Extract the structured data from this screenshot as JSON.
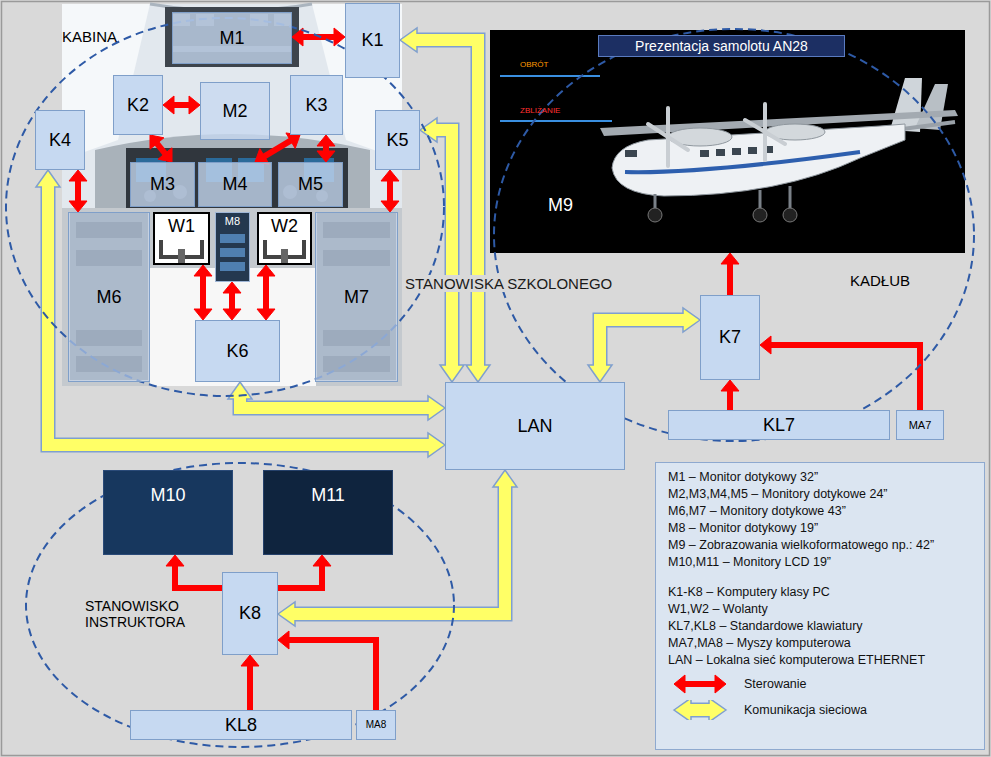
{
  "diagram": {
    "nodes": [
      {
        "text": [
          "KABINA"
        ]
      },
      {
        "text": [
          "M1"
        ],
        "in": 0
      },
      {
        "text": [
          "K1"
        ]
      },
      {
        "text": [
          "K2"
        ],
        "in": 0
      },
      {
        "text": [
          "M2"
        ],
        "in": 0
      },
      {
        "text": [
          "K3"
        ],
        "in": 0
      },
      {
        "text": [
          "K4"
        ],
        "in": 0
      },
      {
        "text": [
          "K5"
        ],
        "in": 0
      },
      {
        "text": [
          "M3"
        ],
        "in": 0
      },
      {
        "text": [
          "M4"
        ],
        "in": 0
      },
      {
        "text": [
          "M5"
        ],
        "in": 0
      },
      {
        "text": [
          "W1"
        ],
        "in": 0
      },
      {
        "text": [
          "M8"
        ],
        "in": 0
      },
      {
        "text": [
          "W2"
        ],
        "in": 0
      },
      {
        "text": [
          "M6"
        ],
        "in": 0
      },
      {
        "text": [
          "M7"
        ],
        "in": 0
      },
      {
        "text": [
          "K6"
        ],
        "in": 0
      },
      {
        "text": [
          "KADŁUB"
        ]
      },
      {
        "text": [
          "M9"
        ],
        "in": 17
      },
      {
        "text": [
          "K7"
        ],
        "in": 17
      },
      {
        "text": [
          "KL7"
        ]
      },
      {
        "text": [
          "MA7"
        ]
      },
      {
        "text": [
          "LAN"
        ]
      },
      {
        "text": [
          "STANOWISKO INSTRUKTORA"
        ]
      },
      {
        "text": [
          "M10"
        ],
        "in": 23
      },
      {
        "text": [
          "M11"
        ],
        "in": 23
      },
      {
        "text": [
          "K8"
        ],
        "in": 23
      },
      {
        "text": [
          "KL8"
        ],
        "in": 23
      },
      {
        "text": [
          "MA8"
        ]
      }
    ],
    "edges": [
      {
        "from": 2,
        "to": 1,
        "arrow": "both"
      },
      {
        "from": 3,
        "to": 4,
        "arrow": "both"
      },
      {
        "from": 3,
        "to": 8,
        "arrow": "both"
      },
      {
        "from": 5,
        "to": 9,
        "arrow": "both"
      },
      {
        "from": 5,
        "to": 10,
        "arrow": "both"
      },
      {
        "from": 6,
        "to": 14,
        "arrow": "both"
      },
      {
        "from": 7,
        "to": 15,
        "arrow": "both"
      },
      {
        "from": 16,
        "to": 11,
        "arrow": "both"
      },
      {
        "from": 16,
        "to": 12,
        "arrow": "both"
      },
      {
        "from": 16,
        "to": 13,
        "arrow": "both"
      },
      {
        "from": 19,
        "to": 18,
        "arrow": "to"
      },
      {
        "from": 20,
        "to": 19,
        "arrow": "to"
      },
      {
        "from": 21,
        "to": 19,
        "arrow": "to"
      },
      {
        "from": 26,
        "to": 24,
        "arrow": "to"
      },
      {
        "from": 26,
        "to": 25,
        "arrow": "to"
      },
      {
        "from": 27,
        "to": 26,
        "arrow": "to"
      },
      {
        "from": 28,
        "to": 26,
        "arrow": "to"
      },
      {
        "from": 2,
        "to": 22,
        "arrow": "both"
      },
      {
        "from": 7,
        "to": 22,
        "arrow": "both"
      },
      {
        "from": 6,
        "to": 22,
        "arrow": "both"
      },
      {
        "from": 16,
        "to": 22,
        "arrow": "both"
      },
      {
        "from": 19,
        "to": 22,
        "arrow": "both"
      },
      {
        "from": 26,
        "to": 22,
        "arrow": "both"
      }
    ],
    "labels": [
      "Prezentacja samolotu AN28",
      "OBRÓT",
      "ZBLIŻANIE",
      "STANOWISKA SZKOLONEGO"
    ],
    "legend": [
      {
        "text": "M1 – Monitor dotykowy 32”"
      },
      {
        "text": "M2,M3,M4,M5 – Monitory dotykowe 24”"
      },
      {
        "text": "M6,M7 – Monitory dotykowe 43”"
      },
      {
        "text": "M8 – Monitor dotykowy 19”"
      },
      {
        "text": "M9 – Zobrazowania wielkoformatowego np.: 42”"
      },
      {
        "text": "M10,M11 – Monitory LCD 19”"
      },
      {
        "text": "K1-K8 – Komputery klasy PC"
      },
      {
        "text": "W1,W2 – Wolanty"
      },
      {
        "text": "KL7,KL8 – Standardowe klawiatury"
      },
      {
        "text": "MA7,MA8 – Myszy komputerowa"
      },
      {
        "text": "LAN – Lokalna sieć komputerowa ETHERNET"
      },
      {
        "text": "Sterowanie"
      },
      {
        "text": "Komunikacja sieciowa"
      }
    ]
  }
}
